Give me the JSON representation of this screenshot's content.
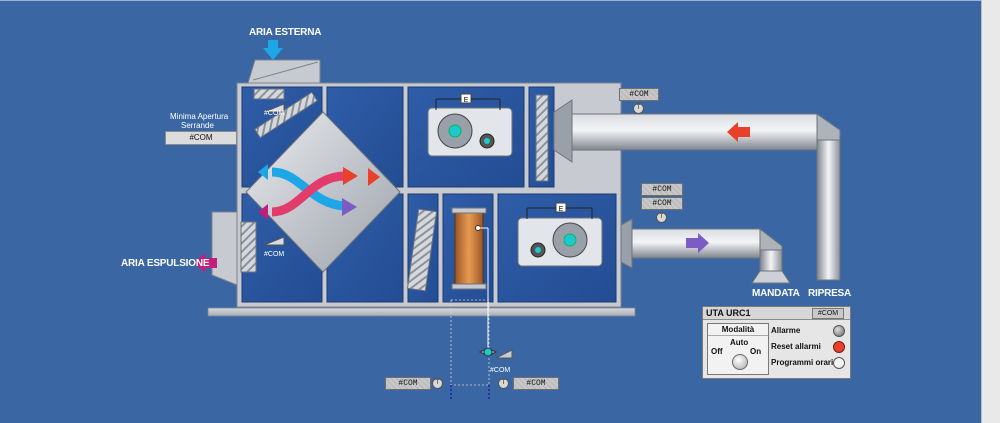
{
  "labels": {
    "aria_esterna": "ARIA ESTERNA",
    "aria_espulsione": "ARIA ESPULSIONE",
    "minima_apertura": "Minima Apertura",
    "serrande": "Serrande",
    "mandata": "MANDATA",
    "ripresa": "RIPRESA"
  },
  "com": {
    "value": "#COM",
    "damper_top": "#COM",
    "damper_min": "#COM",
    "damper_bottom": "#COM",
    "ripresa_1": "#COM",
    "mandata_1": "#COM",
    "mandata_2": "#COM",
    "valve": "#COM",
    "valve_left": "#COM",
    "valve_right": "#COM"
  },
  "panel": {
    "title": "UTA URC1",
    "status": "#COM",
    "mode_header": "Modalità",
    "mode_auto": "Auto",
    "mode_off": "Off",
    "mode_on": "On",
    "rows": [
      {
        "label": "Allarme",
        "icon": "alarm-led-icon"
      },
      {
        "label": "Reset allarmi",
        "icon": "reset-icon"
      },
      {
        "label": "Programmi orari",
        "icon": "clock-icon"
      }
    ]
  },
  "colors": {
    "background": "#3a67a3",
    "unit_panel": "#2c57a0",
    "duct": "#b9bec6",
    "arrow_red": "#e8402a",
    "arrow_purple": "#7a5cc4",
    "arrow_magenta": "#c21f7a",
    "arrow_cyan": "#1ea7e6",
    "coil": "#d07a33"
  }
}
